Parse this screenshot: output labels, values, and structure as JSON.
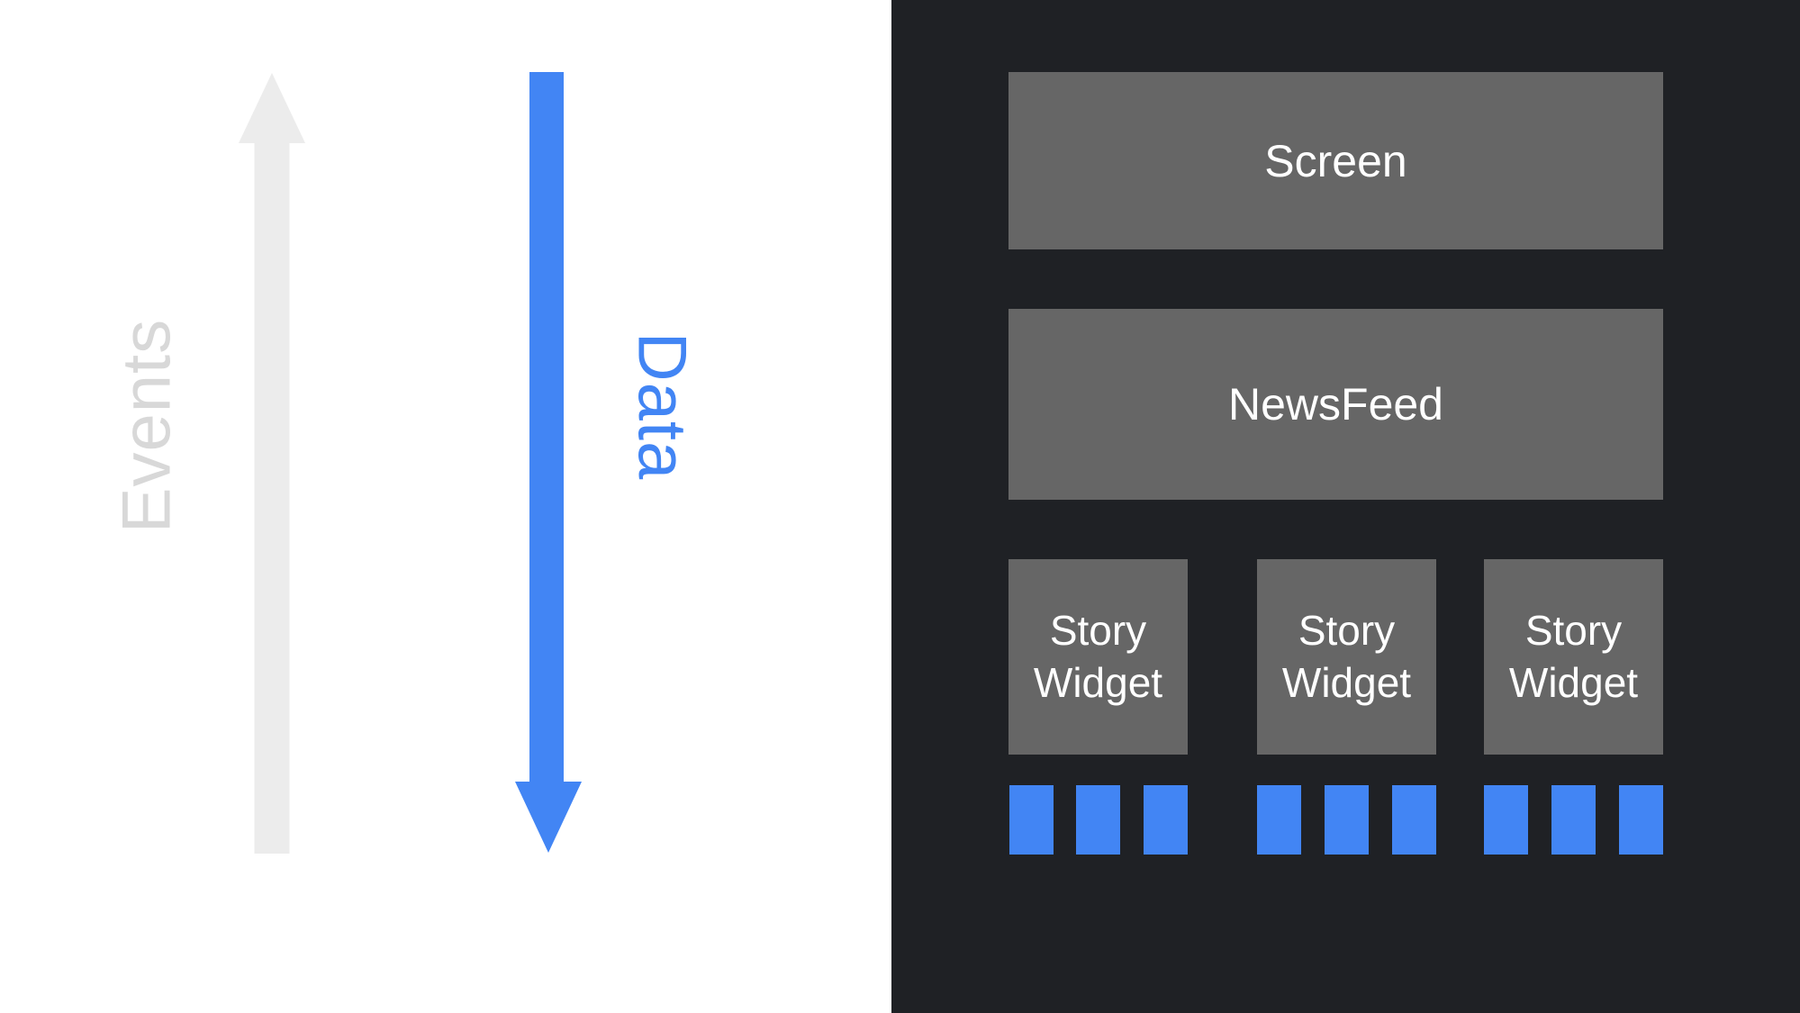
{
  "colors": {
    "left_background": "#ffffff",
    "right_background": "#1f2125",
    "box_gray": "#666666",
    "box_text_white": "#ffffff",
    "accent_blue": "#4285f4",
    "events_label_gray": "#d8d8d8",
    "events_arrow_gray": "#ececec"
  },
  "flow": {
    "events_label": "Events",
    "events_direction": "up",
    "data_label": "Data",
    "data_direction": "down"
  },
  "widget_tree": {
    "screen_label": "Screen",
    "newsfeed_label": "NewsFeed",
    "story_widgets": [
      {
        "label": "Story Widget",
        "data_chip_count": 3
      },
      {
        "label": "Story Widget",
        "data_chip_count": 3
      },
      {
        "label": "Story Widget",
        "data_chip_count": 3
      }
    ]
  }
}
